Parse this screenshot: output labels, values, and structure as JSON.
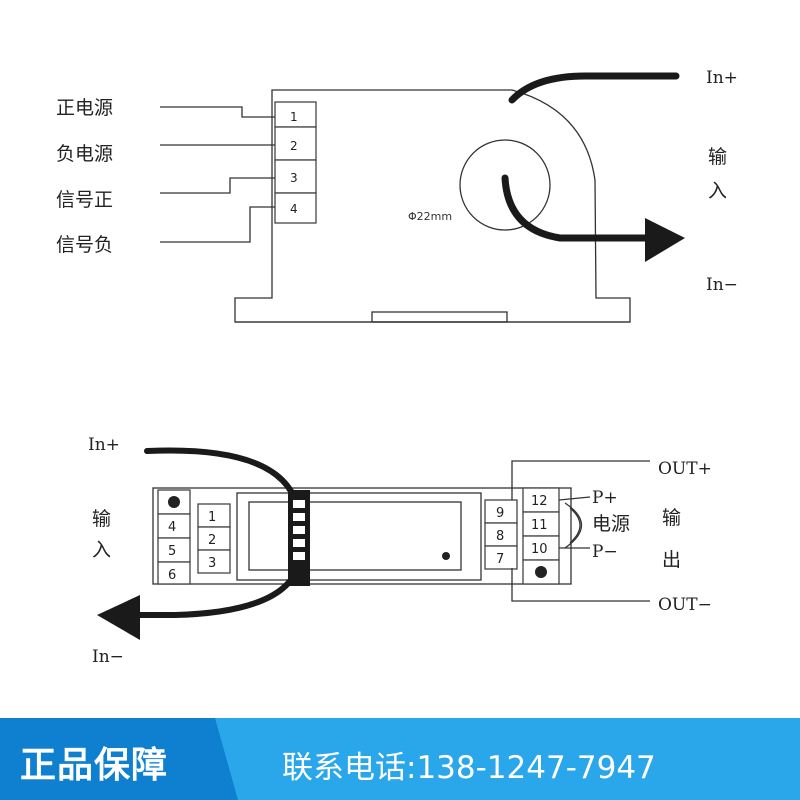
{
  "top": {
    "left_labels": [
      "正电源",
      "负电源",
      "信号正",
      "信号负"
    ],
    "terminals": [
      "1",
      "2",
      "3",
      "4"
    ],
    "hole_label": "Φ22mm",
    "in_plus": "In+",
    "in_minus": "In−",
    "input_char1": "输",
    "input_char2": "入"
  },
  "bottom": {
    "in_plus": "In+",
    "in_minus": "In−",
    "input_char1": "输",
    "input_char2": "入",
    "left_terms": [
      "4",
      "5",
      "6"
    ],
    "inner_terms": [
      "1",
      "2",
      "3"
    ],
    "right_terms": [
      "9",
      "8",
      "7"
    ],
    "right_outer_terms": [
      "12",
      "11",
      "10"
    ],
    "p_plus": "P+",
    "p_minus": "P−",
    "power": "电源",
    "out_plus": "OUT+",
    "out_minus": "OUT−",
    "output_char1": "输",
    "output_char2": "出"
  },
  "banner": {
    "left": "正品保障",
    "right": "联系电话:138-1247-7947",
    "color_left": "#0f7fd0",
    "color_right": "#2aa6ea"
  }
}
